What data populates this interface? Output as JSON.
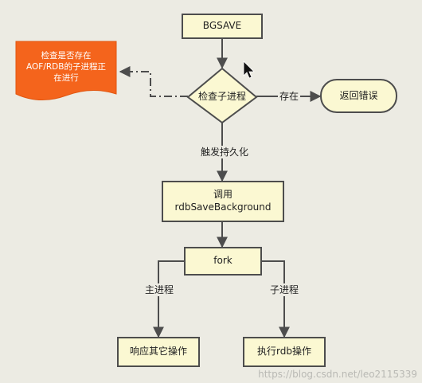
{
  "nodes": {
    "bgsave": "BGSAVE",
    "check_child": "检查子进程",
    "return_error": "返回错误",
    "call_line1": "调用",
    "call_line2": "rdbSaveBackground",
    "fork": "fork",
    "respond_other": "响应其它操作",
    "exec_rdb": "执行rdb操作"
  },
  "note": {
    "line1": "检查是否存在",
    "line2": "AOF/RDB的子进程正",
    "line3": "在进行"
  },
  "edges": {
    "exists": "存在",
    "trigger_persist": "触发持久化",
    "main_process": "主进程",
    "child_process": "子进程"
  },
  "watermark": "https://blog.csdn.net/leo2115339",
  "colors": {
    "node_fill": "#fbf8d2",
    "node_stroke": "#4d4d4d",
    "note_fill": "#f4641c",
    "arrow": "#4d4d4d"
  }
}
